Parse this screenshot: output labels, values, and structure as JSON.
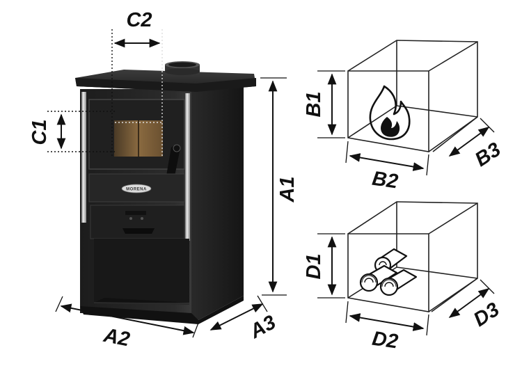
{
  "stove": {
    "brand": "MORENA"
  },
  "labels": {
    "a1": "A1",
    "a2": "A2",
    "a3": "A3",
    "b1": "B1",
    "b2": "B2",
    "b3": "B3",
    "c1": "C1",
    "c2": "C2",
    "d1": "D1",
    "d2": "D2",
    "d3": "D3"
  },
  "colors": {
    "stove_body": "#222222",
    "flame": "#111111",
    "lines": "#111111"
  },
  "icons": {
    "firebox": "flame-icon",
    "wood_store": "firewood-icon"
  }
}
